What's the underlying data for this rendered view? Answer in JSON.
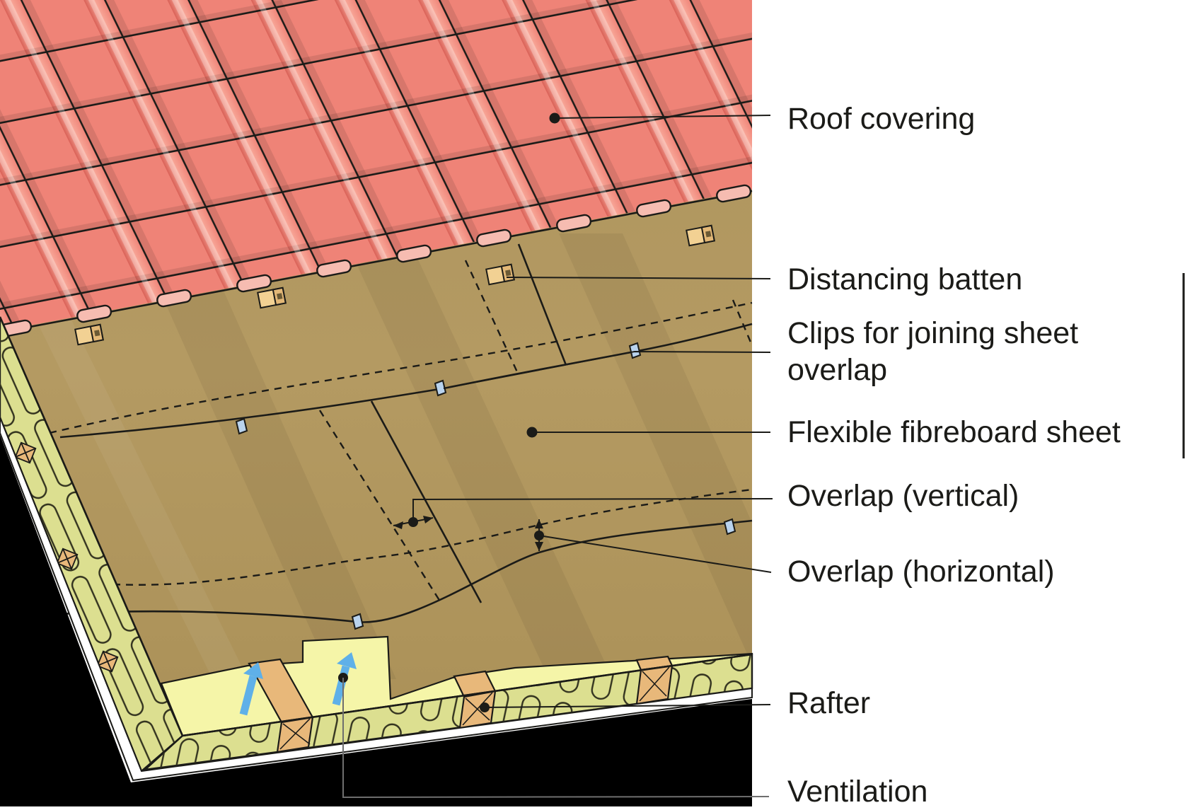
{
  "figure": {
    "type": "roof-construction-diagram",
    "description": "Axonometric cutaway of a pitched roof build-up with tiles, battens, flexible fibreboard sarking sheets, insulation, rafters and ventilation path"
  },
  "labels": {
    "roof_covering": "Roof covering",
    "distancing_batten": "Distancing batten",
    "clips": "Clips for joining sheet overlap",
    "fibreboard": "Flexible fibreboard sheet",
    "overlap_vertical": "Overlap (vertical)",
    "overlap_horizontal": "Overlap (horizontal)",
    "rafter": "Rafter",
    "ventilation": "Ventilation"
  },
  "colors": {
    "ink": "#1b1b18",
    "tile": "#ef8377",
    "tile-dark": "#d96157",
    "tile-light": "#f8a899",
    "tile-edge": "#f6bcb1",
    "fibre": "#b49a62",
    "fibre-dark": "#a08851",
    "vent-strip": "#f5f5a8",
    "face": "#dcdf90",
    "rafter-wood": "#e8b87a",
    "batten-wood": "#f2d193",
    "clip-blue": "#b9d3ee",
    "arrow-blue": "#5fb0e8",
    "board-white": "#ffffff",
    "shadow-black": "#000000"
  }
}
